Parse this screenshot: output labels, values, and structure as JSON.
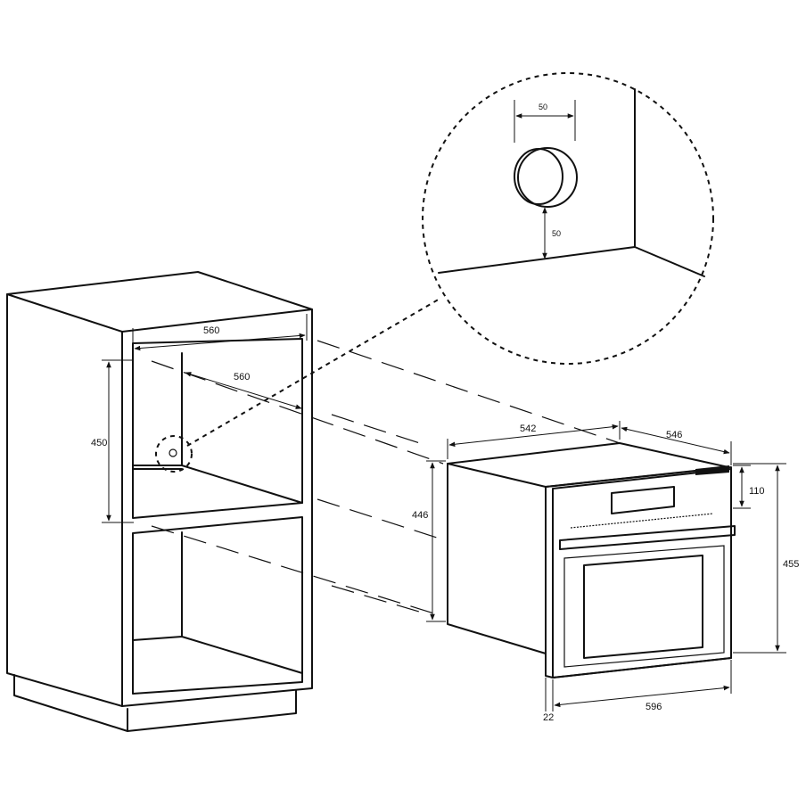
{
  "dimensions": {
    "niche_width_top": "560",
    "niche_depth": "560",
    "niche_height": "450",
    "oven_depth_body": "542",
    "oven_depth_total": "546",
    "oven_body_height": "446",
    "oven_total_height": "455",
    "panel_height": "110",
    "front_thickness": "22",
    "oven_width": "596",
    "socket_width": "50",
    "socket_height": "50"
  }
}
